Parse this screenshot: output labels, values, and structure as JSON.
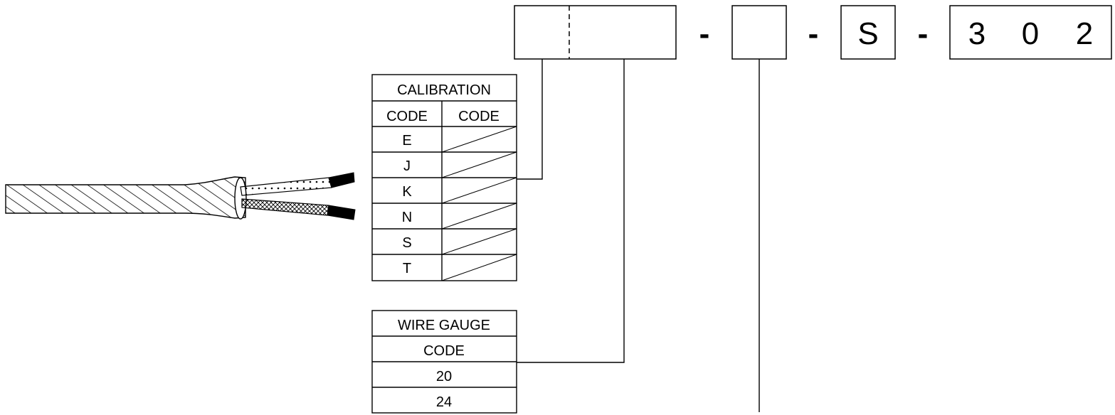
{
  "part_number": {
    "separator": "-",
    "boxes": [
      {
        "id": "calibration-gauge-box",
        "chars": [
          "",
          ""
        ]
      },
      {
        "id": "option-box",
        "chars": [
          ""
        ]
      },
      {
        "id": "s-box",
        "chars": [
          "S"
        ]
      },
      {
        "id": "suffix-box",
        "chars": [
          "3",
          "0",
          "2"
        ]
      }
    ]
  },
  "calibration_table": {
    "title": "CALIBRATION",
    "headers": [
      "CODE",
      "CODE"
    ],
    "rows": [
      "E",
      "J",
      "K",
      "N",
      "S",
      "T"
    ]
  },
  "wire_gauge_table": {
    "title": "WIRE GAUGE",
    "header": "CODE",
    "rows": [
      "20",
      "24"
    ]
  }
}
